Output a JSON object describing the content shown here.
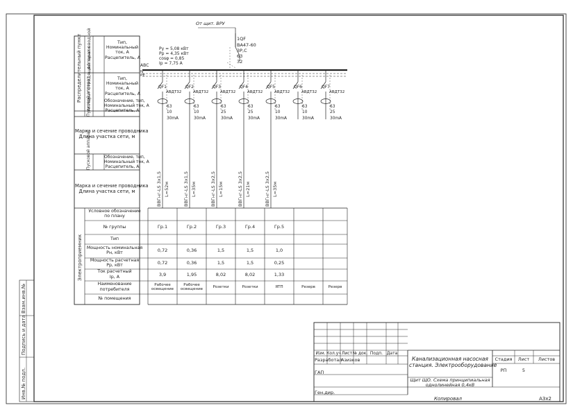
{
  "supply": {
    "source_label": "От щит. ВРУ",
    "main_breaker": {
      "id": "1QF",
      "type": "ВА47-60",
      "spec": "3Р,С",
      "rating": "63",
      "trip": "32"
    },
    "calc": [
      "Ру = 5,08 кВт",
      "Рр = 4,35 кВт",
      "cosφ = 0,85",
      "Iр = 7,75 А"
    ],
    "bus_abc": "АВС",
    "bus_n": "N",
    "bus_pe": "PE"
  },
  "left_table": {
    "section_distribution": "Распределительный пункт",
    "vertical_input": "Аппарат вводной",
    "vertical_outgoing": "Аппарат отходящей линии",
    "vertical_start": "Пусковой аппарат",
    "vertical_start2": "Пусковой аппарат",
    "input_desc": "Тип,\nНоминальный\nток, А\nРасцепитель, А",
    "outgoing_desc": "Тип,\nНоминальный\nток, А\nРасцепитель, А",
    "start_desc": "Обозначение, тип,\nНоминальный ток, А\nРасцепитель, А",
    "cable_desc": "Марка и сечение проводника\nДлина участка сети, м",
    "start2_desc": "Обозначение, тип,\nНоминальный ток, А\nРасцепитель, А",
    "cable2_desc": "Марка и сечение проводника\nДлина участка сети, м",
    "section_consumers": "Электроприемник",
    "rows": [
      "Условное обозначение\nпо плану",
      "№ группы",
      "Тип",
      "Мощность номинальная\nРн, кВт",
      "Мощность расчетная\nРр, кВт",
      "Ток расчетный\nIр, А",
      "Наименование\nпотребителя",
      "№ помещения"
    ]
  },
  "breakers": [
    {
      "id": "QF1",
      "type": "АВДТ32",
      "rating": "63",
      "trip": "10",
      "rcd": "30mA"
    },
    {
      "id": "QF2",
      "type": "АВДТ32",
      "rating": "63",
      "trip": "10",
      "rcd": "30mA"
    },
    {
      "id": "QF3",
      "type": "АВДТ32",
      "rating": "63",
      "trip": "25",
      "rcd": "30mA"
    },
    {
      "id": "QF4",
      "type": "АВДТ32",
      "rating": "63",
      "trip": "25",
      "rcd": "30mA"
    },
    {
      "id": "QF5",
      "type": "АВДТ32",
      "rating": "63",
      "trip": "10",
      "rcd": "30mA"
    },
    {
      "id": "QF6",
      "type": "АВДТ32",
      "rating": "63",
      "trip": "10",
      "rcd": "30mA"
    },
    {
      "id": "QF7",
      "type": "АВДТ32",
      "rating": "63",
      "trip": "25",
      "rcd": "30mA"
    }
  ],
  "cables": [
    {
      "mark": "ВВГнг-LS 3х1,5",
      "length": "L=52м"
    },
    {
      "mark": "ВВГнг-LS 3х1,5",
      "length": "L=35м"
    },
    {
      "mark": "ВВГнг-LS 3х2,5",
      "length": "L=15м"
    },
    {
      "mark": "ВВГнг-LS 3х2,5",
      "length": "L=21м"
    },
    {
      "mark": "ВВГнг-LS 3х2,5",
      "length": "L=35м"
    }
  ],
  "consumers": [
    {
      "group": "Гр.1",
      "pn": "0,72",
      "pr": "0,72",
      "ir": "3,9",
      "name": "Рабочее\nосвещение"
    },
    {
      "group": "Гр.2",
      "pn": "0,36",
      "pr": "0,36",
      "ir": "1,95",
      "name": "Рабочее\nосвещение"
    },
    {
      "group": "Гр.3",
      "pn": "1,5",
      "pr": "1,5",
      "ir": "8,02",
      "name": "Розетки"
    },
    {
      "group": "Гр.4",
      "pn": "1,5",
      "pr": "1,5",
      "ir": "8,02",
      "name": "Розетки"
    },
    {
      "group": "Гр.5",
      "pn": "1,0",
      "pr": "0,25",
      "ir": "1,33",
      "name": "ЯТП"
    },
    {
      "group": "",
      "pn": "",
      "pr": "",
      "ir": "",
      "name": "Резерв"
    },
    {
      "group": "",
      "pn": "",
      "pr": "",
      "ir": "",
      "name": "Резерв"
    }
  ],
  "stamp": {
    "headers": [
      "Изм.",
      "Кол.уч",
      "Лист",
      "№ док.",
      "Подп.",
      "Дата"
    ],
    "role1": "Разработал",
    "person1": "Азизков",
    "role2": "ГАП",
    "role3": "Ген.дир.",
    "title": "Канализационная насосная\nстанция. Электрооборудование",
    "sheet_title": "Щит ЩО. Схема принципиальная\nоднолинейная 0,4кВ",
    "stage_h": "Стадия",
    "sheet_h": "Лист",
    "sheets_h": "Листов",
    "stage": "РП",
    "sheet": "5",
    "sheets": "",
    "copied": "Копировал",
    "format": "А3х2"
  },
  "side_stamp": [
    "Взам.инв.№",
    "Подпись и дата",
    "Инв.№ подл."
  ]
}
